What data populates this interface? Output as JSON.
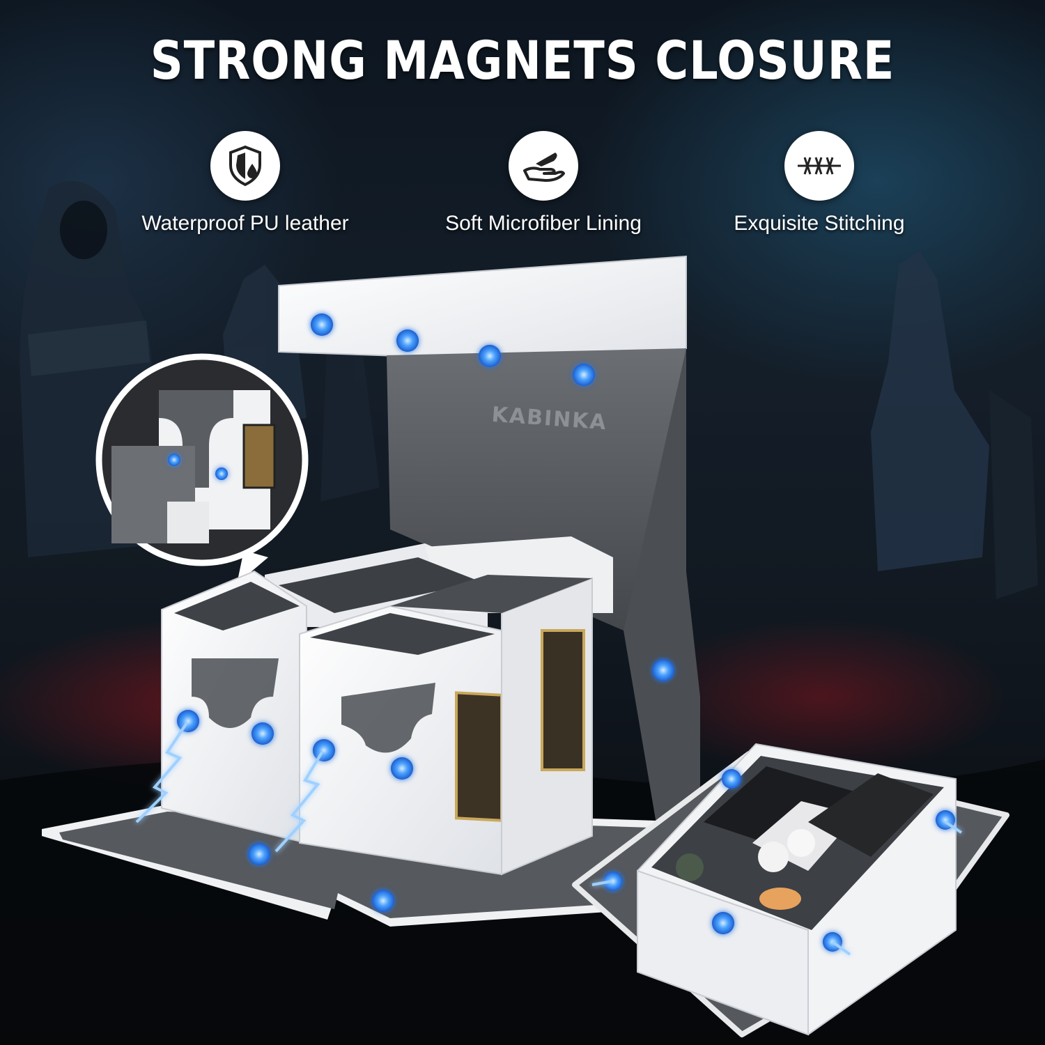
{
  "headline": "STRONG MAGNETS CLOSURE",
  "features": [
    {
      "label": "Waterproof PU leather",
      "icon": "shield-droplet-icon"
    },
    {
      "label": "Soft Microfiber Lining",
      "icon": "hand-feather-icon"
    },
    {
      "label": "Exquisite Stitching",
      "icon": "stitch-icon"
    }
  ],
  "product": {
    "brand_stamp": "KABINKA"
  },
  "colors": {
    "magnet_blue": "#2f8cff",
    "leather_white": "#f3f4f6",
    "lining_gray": "#5b5e63"
  }
}
